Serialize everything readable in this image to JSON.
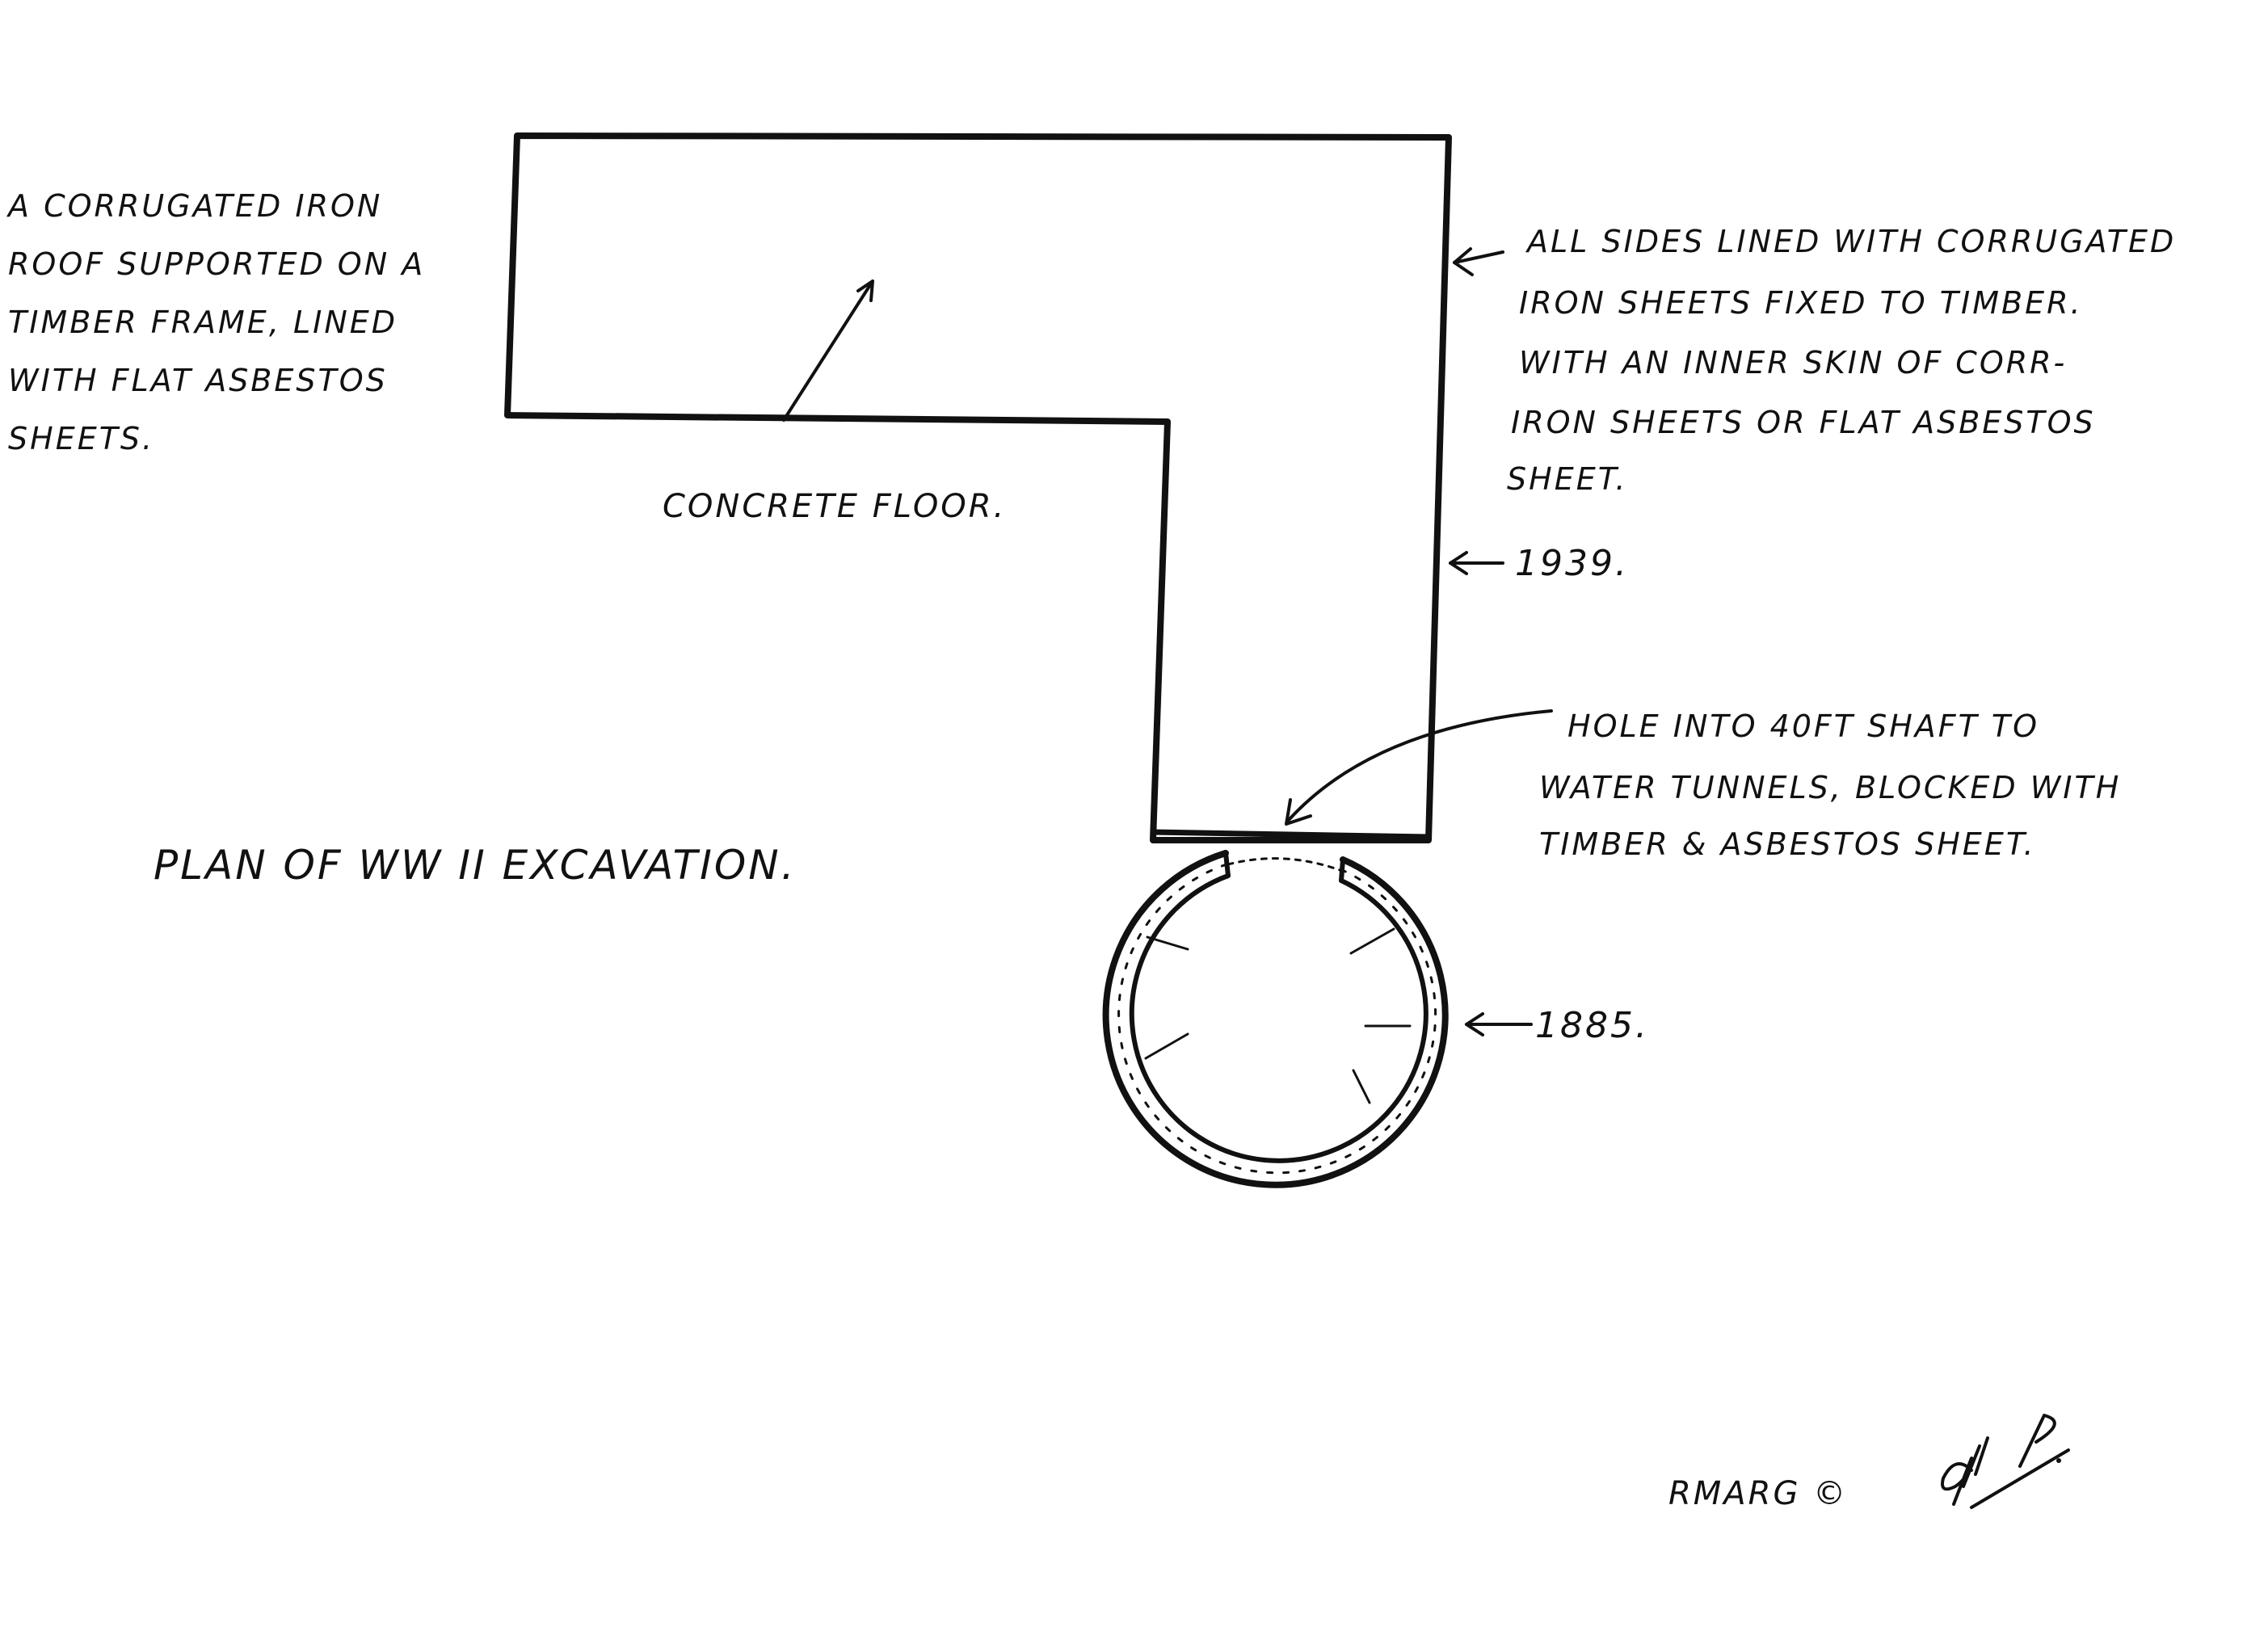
{
  "diagram": {
    "title": "Plan of WW II excavation.",
    "labels": {
      "roof_note": [
        "A corrugated iron",
        "roof supported on a",
        "timber frame, lined",
        "with flat asbestos",
        "sheets."
      ],
      "floor_note": "Concrete floor.",
      "sides_note": [
        "All sides lined with corrugated",
        "iron sheets fixed to timber.",
        "With an inner skin of corr-",
        "iron sheets or flat asbestos",
        "sheet."
      ],
      "year_1939": "1939.",
      "hole_note": [
        "Hole into 40ft shaft to",
        "water tunnels, blocked with",
        "timber & asbestos sheet."
      ],
      "year_1885": "1885.",
      "credit": "RMARG ©",
      "signature": "gkp."
    },
    "colors": {
      "ink": "#111111",
      "paper": "#ffffff"
    }
  }
}
